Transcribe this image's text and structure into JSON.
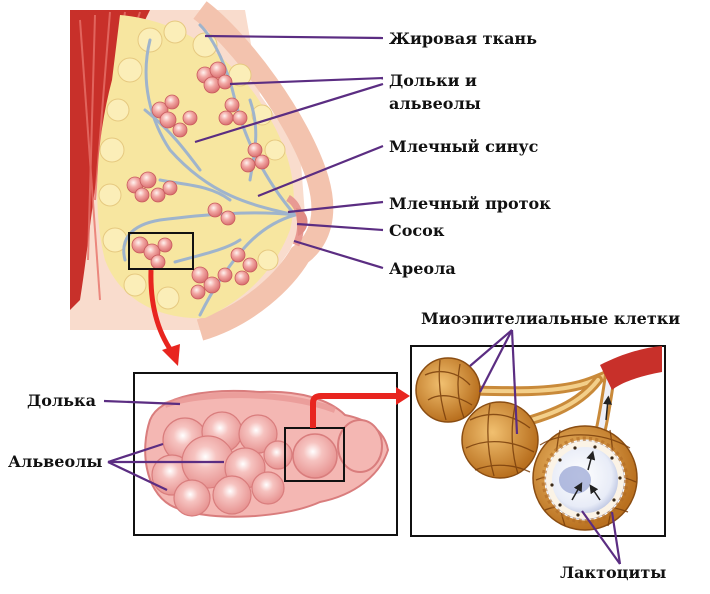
{
  "labels": {
    "fat_tissue": "Жировая ткань",
    "lobules_alveoli_line1": "Дольки и",
    "lobules_alveoli_line2": "альвеолы",
    "milk_sinus": "Млечный синус",
    "milk_duct": "Млечный проток",
    "nipple": "Сосок",
    "areola": "Ареола",
    "lobule": "Долька",
    "alveoli": "Альвеолы",
    "myoepithelial_cells": "Миоэпителиальные клетки",
    "lactocytes": "Лактоциты"
  },
  "colors": {
    "leader_line": "#5b2d82",
    "arrow": "#e8251f",
    "muscle": "#c8302a",
    "fat": "#f7e6a0",
    "alveolus": "#ee8f8f",
    "duct": "#9fb4cc",
    "skin": "#f6d4c4",
    "myoepithelial": "#d4953c"
  }
}
